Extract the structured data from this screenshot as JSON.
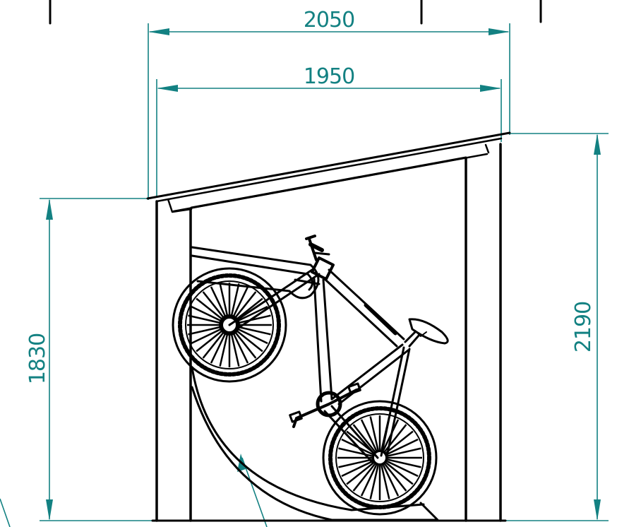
{
  "drawing": {
    "title": "",
    "colors": {
      "dimension": "#138182",
      "ink": "#000000",
      "background": "#ffffff"
    },
    "dimensions": {
      "overall_width": "2050",
      "inner_width": "1950",
      "front_height": "1830",
      "rear_height": "2190"
    }
  }
}
